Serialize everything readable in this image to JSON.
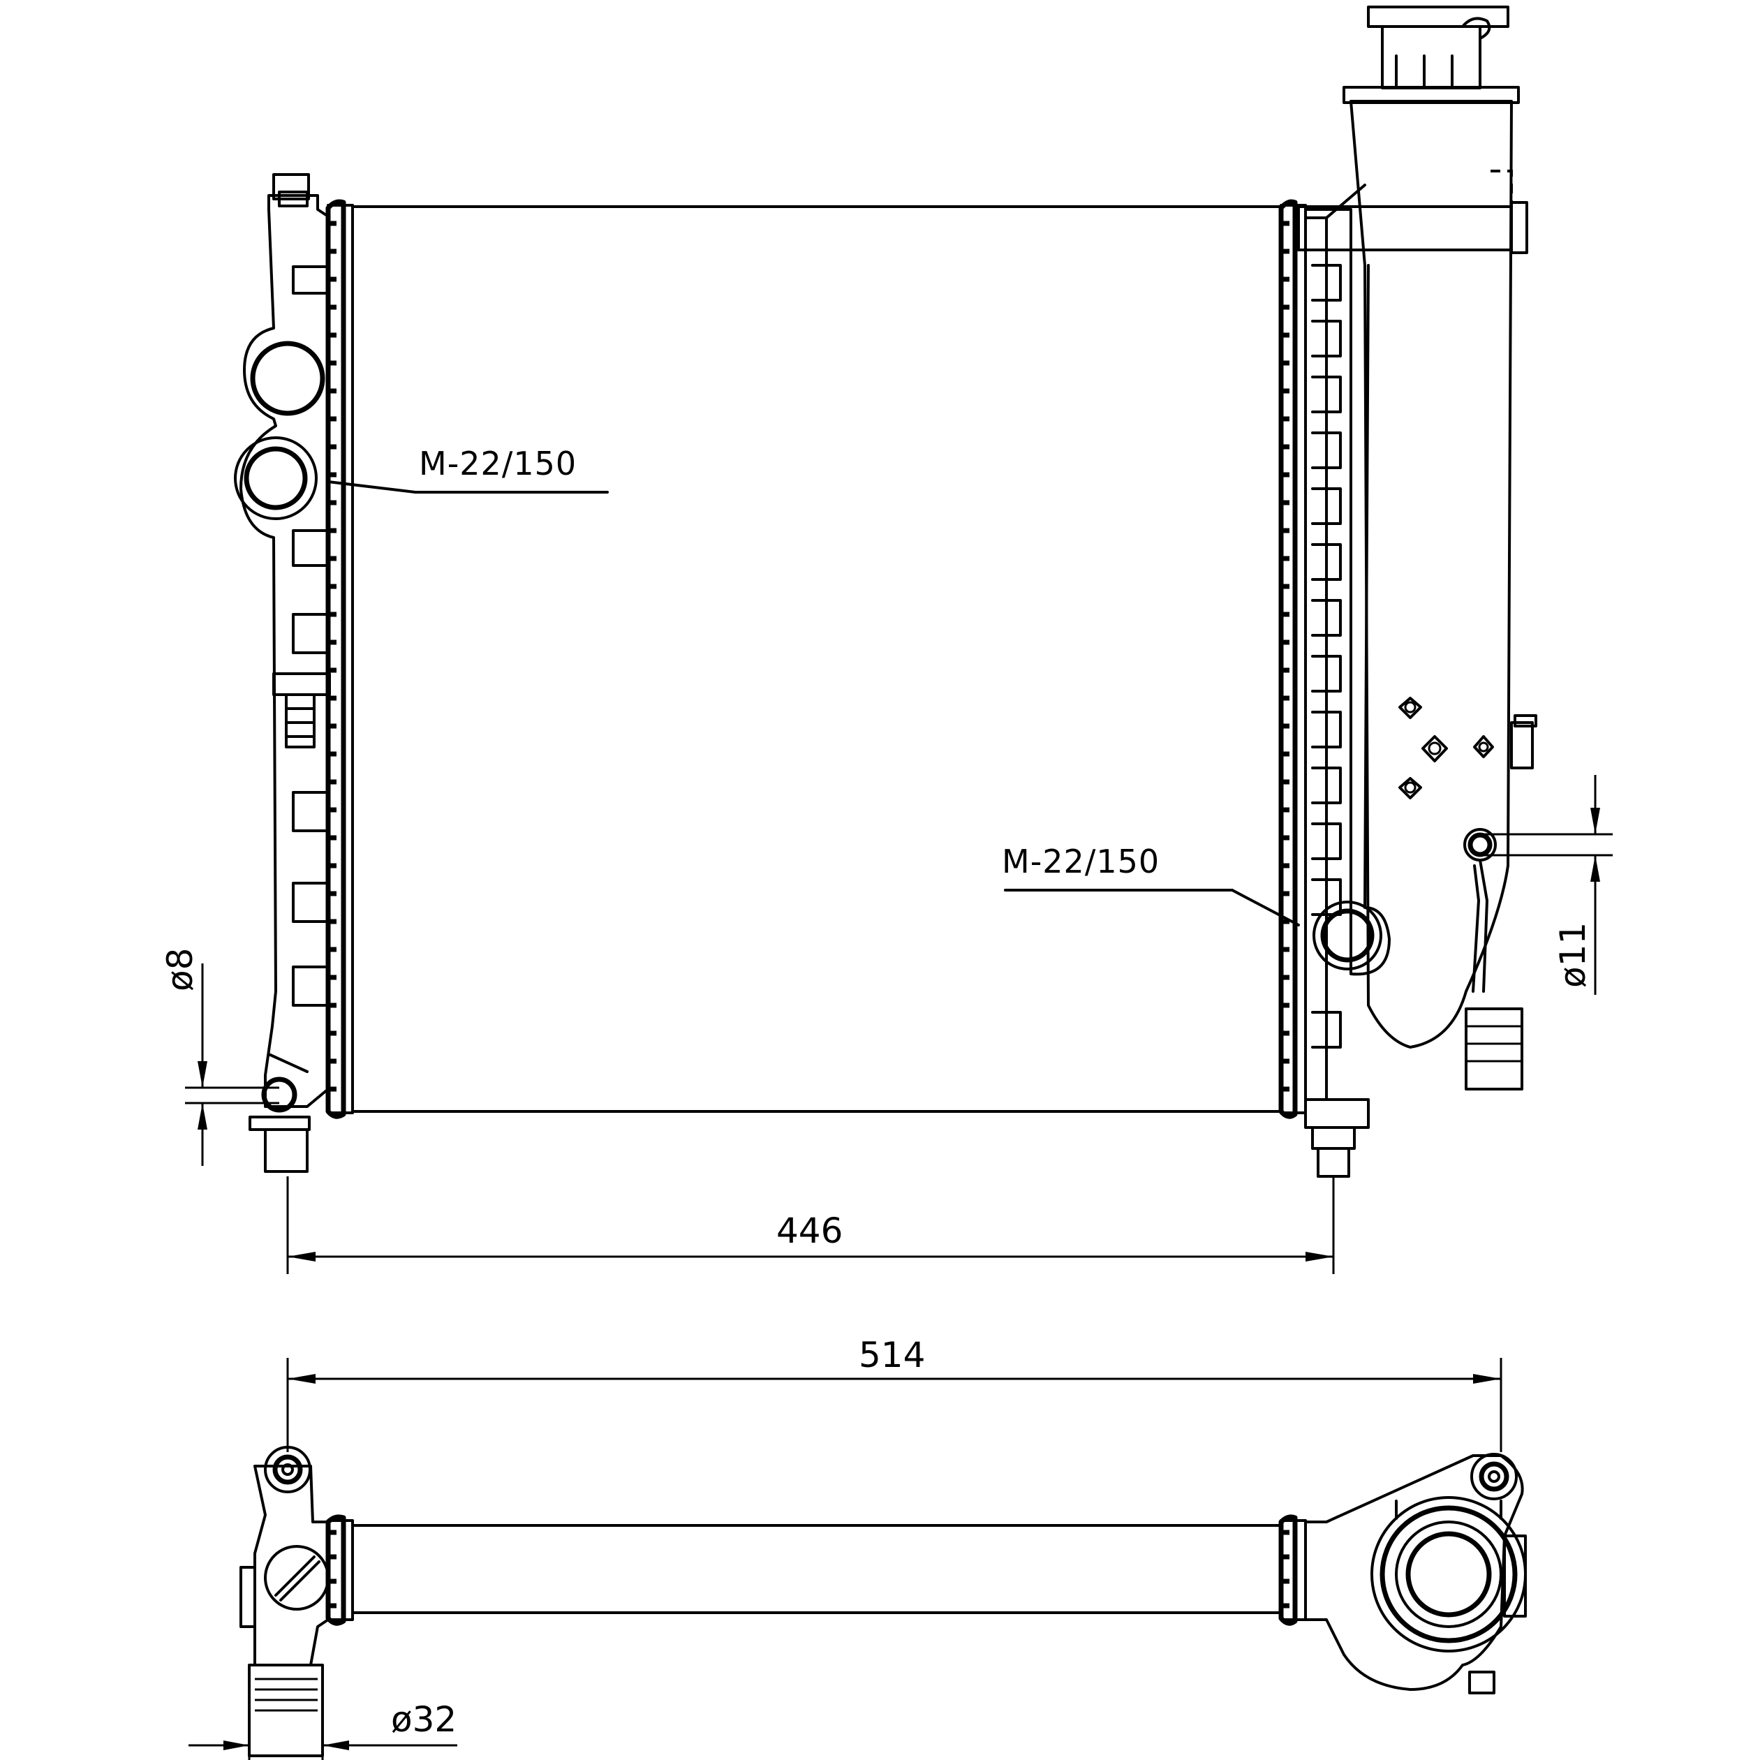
{
  "labels": {
    "material_top": "M-22/150",
    "material_right": "M-22/150"
  },
  "dimensions": {
    "core_width": "446",
    "overall_width": "514",
    "diameter_left_lower": "ø8",
    "diameter_right": "ø11",
    "diameter_bottom_outlet": "ø32"
  }
}
